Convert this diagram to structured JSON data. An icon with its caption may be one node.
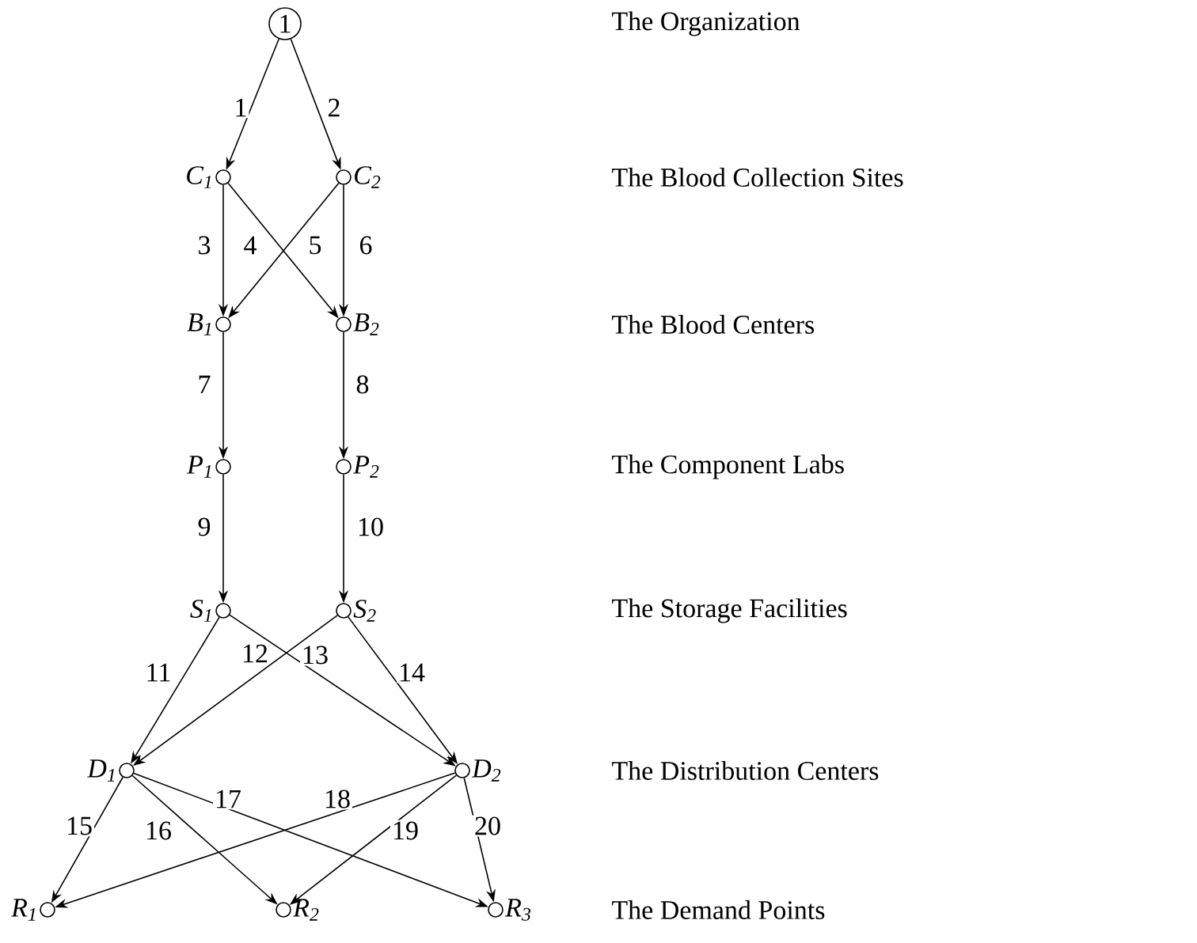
{
  "diagram": {
    "nodes": [
      {
        "text": [
          "1"
        ]
      },
      {
        "text": [],
        "shape": "circle",
        "beside": [
          "C$_{1}$"
        ]
      },
      {
        "text": [],
        "shape": "circle",
        "beside": [
          "C$_{2}$"
        ]
      },
      {
        "text": [],
        "shape": "circle",
        "beside": [
          "B$_{1}$"
        ]
      },
      {
        "text": [],
        "shape": "circle",
        "beside": [
          "B$_{2}$"
        ]
      },
      {
        "text": [],
        "shape": "circle",
        "beside": [
          "P$_{1}$"
        ]
      },
      {
        "text": [],
        "shape": "circle",
        "beside": [
          "P$_{2}$"
        ]
      },
      {
        "text": [],
        "shape": "circle",
        "beside": [
          "S$_{1}$"
        ]
      },
      {
        "text": [],
        "shape": "circle",
        "beside": [
          "S$_{2}$"
        ]
      },
      {
        "text": [],
        "shape": "circle",
        "beside": [
          "D$_{1}$"
        ]
      },
      {
        "text": [],
        "shape": "circle",
        "beside": [
          "D$_{2}$"
        ]
      },
      {
        "text": [],
        "shape": "circle",
        "beside": [
          "R$_{1}$"
        ]
      },
      {
        "text": [],
        "shape": "circle",
        "beside": [
          "R$_{2}$"
        ]
      },
      {
        "text": [],
        "shape": "circle",
        "beside": [
          "R$_{3}$"
        ]
      }
    ],
    "edges": [
      {
        "from": 0,
        "to": 1,
        "arrow": "to",
        "label": "1"
      },
      {
        "from": 0,
        "to": 2,
        "arrow": "to",
        "label": "2"
      },
      {
        "from": 1,
        "to": 3,
        "arrow": "to",
        "label": "3"
      },
      {
        "from": 1,
        "to": 4,
        "arrow": "to",
        "label": "4"
      },
      {
        "from": 2,
        "to": 3,
        "arrow": "to",
        "label": "5"
      },
      {
        "from": 2,
        "to": 4,
        "arrow": "to",
        "label": "6"
      },
      {
        "from": 3,
        "to": 5,
        "arrow": "to",
        "label": "7"
      },
      {
        "from": 4,
        "to": 6,
        "arrow": "to",
        "label": "8"
      },
      {
        "from": 5,
        "to": 7,
        "arrow": "to",
        "label": "9"
      },
      {
        "from": 6,
        "to": 8,
        "arrow": "to",
        "label": "10"
      },
      {
        "from": 7,
        "to": 9,
        "arrow": "to",
        "label": "11"
      },
      {
        "from": 7,
        "to": 10,
        "arrow": "to",
        "label": "12"
      },
      {
        "from": 8,
        "to": 9,
        "arrow": "to",
        "label": "13"
      },
      {
        "from": 8,
        "to": 10,
        "arrow": "to",
        "label": "14"
      },
      {
        "from": 9,
        "to": 11,
        "arrow": "to",
        "label": "15"
      },
      {
        "from": 9,
        "to": 12,
        "arrow": "to",
        "label": "16"
      },
      {
        "from": 9,
        "to": 13,
        "arrow": "to",
        "label": "17"
      },
      {
        "from": 10,
        "to": 11,
        "arrow": "to",
        "label": "18"
      },
      {
        "from": 10,
        "to": 12,
        "arrow": "to",
        "label": "19"
      },
      {
        "from": 10,
        "to": 13,
        "arrow": "to",
        "label": "20"
      }
    ],
    "labels": [
      "The Organization",
      "The Blood Collection Sites",
      "The Blood Centers",
      "The Component Labs",
      "The Storage Facilities",
      "The Distribution Centers",
      "The Demand Points"
    ]
  }
}
